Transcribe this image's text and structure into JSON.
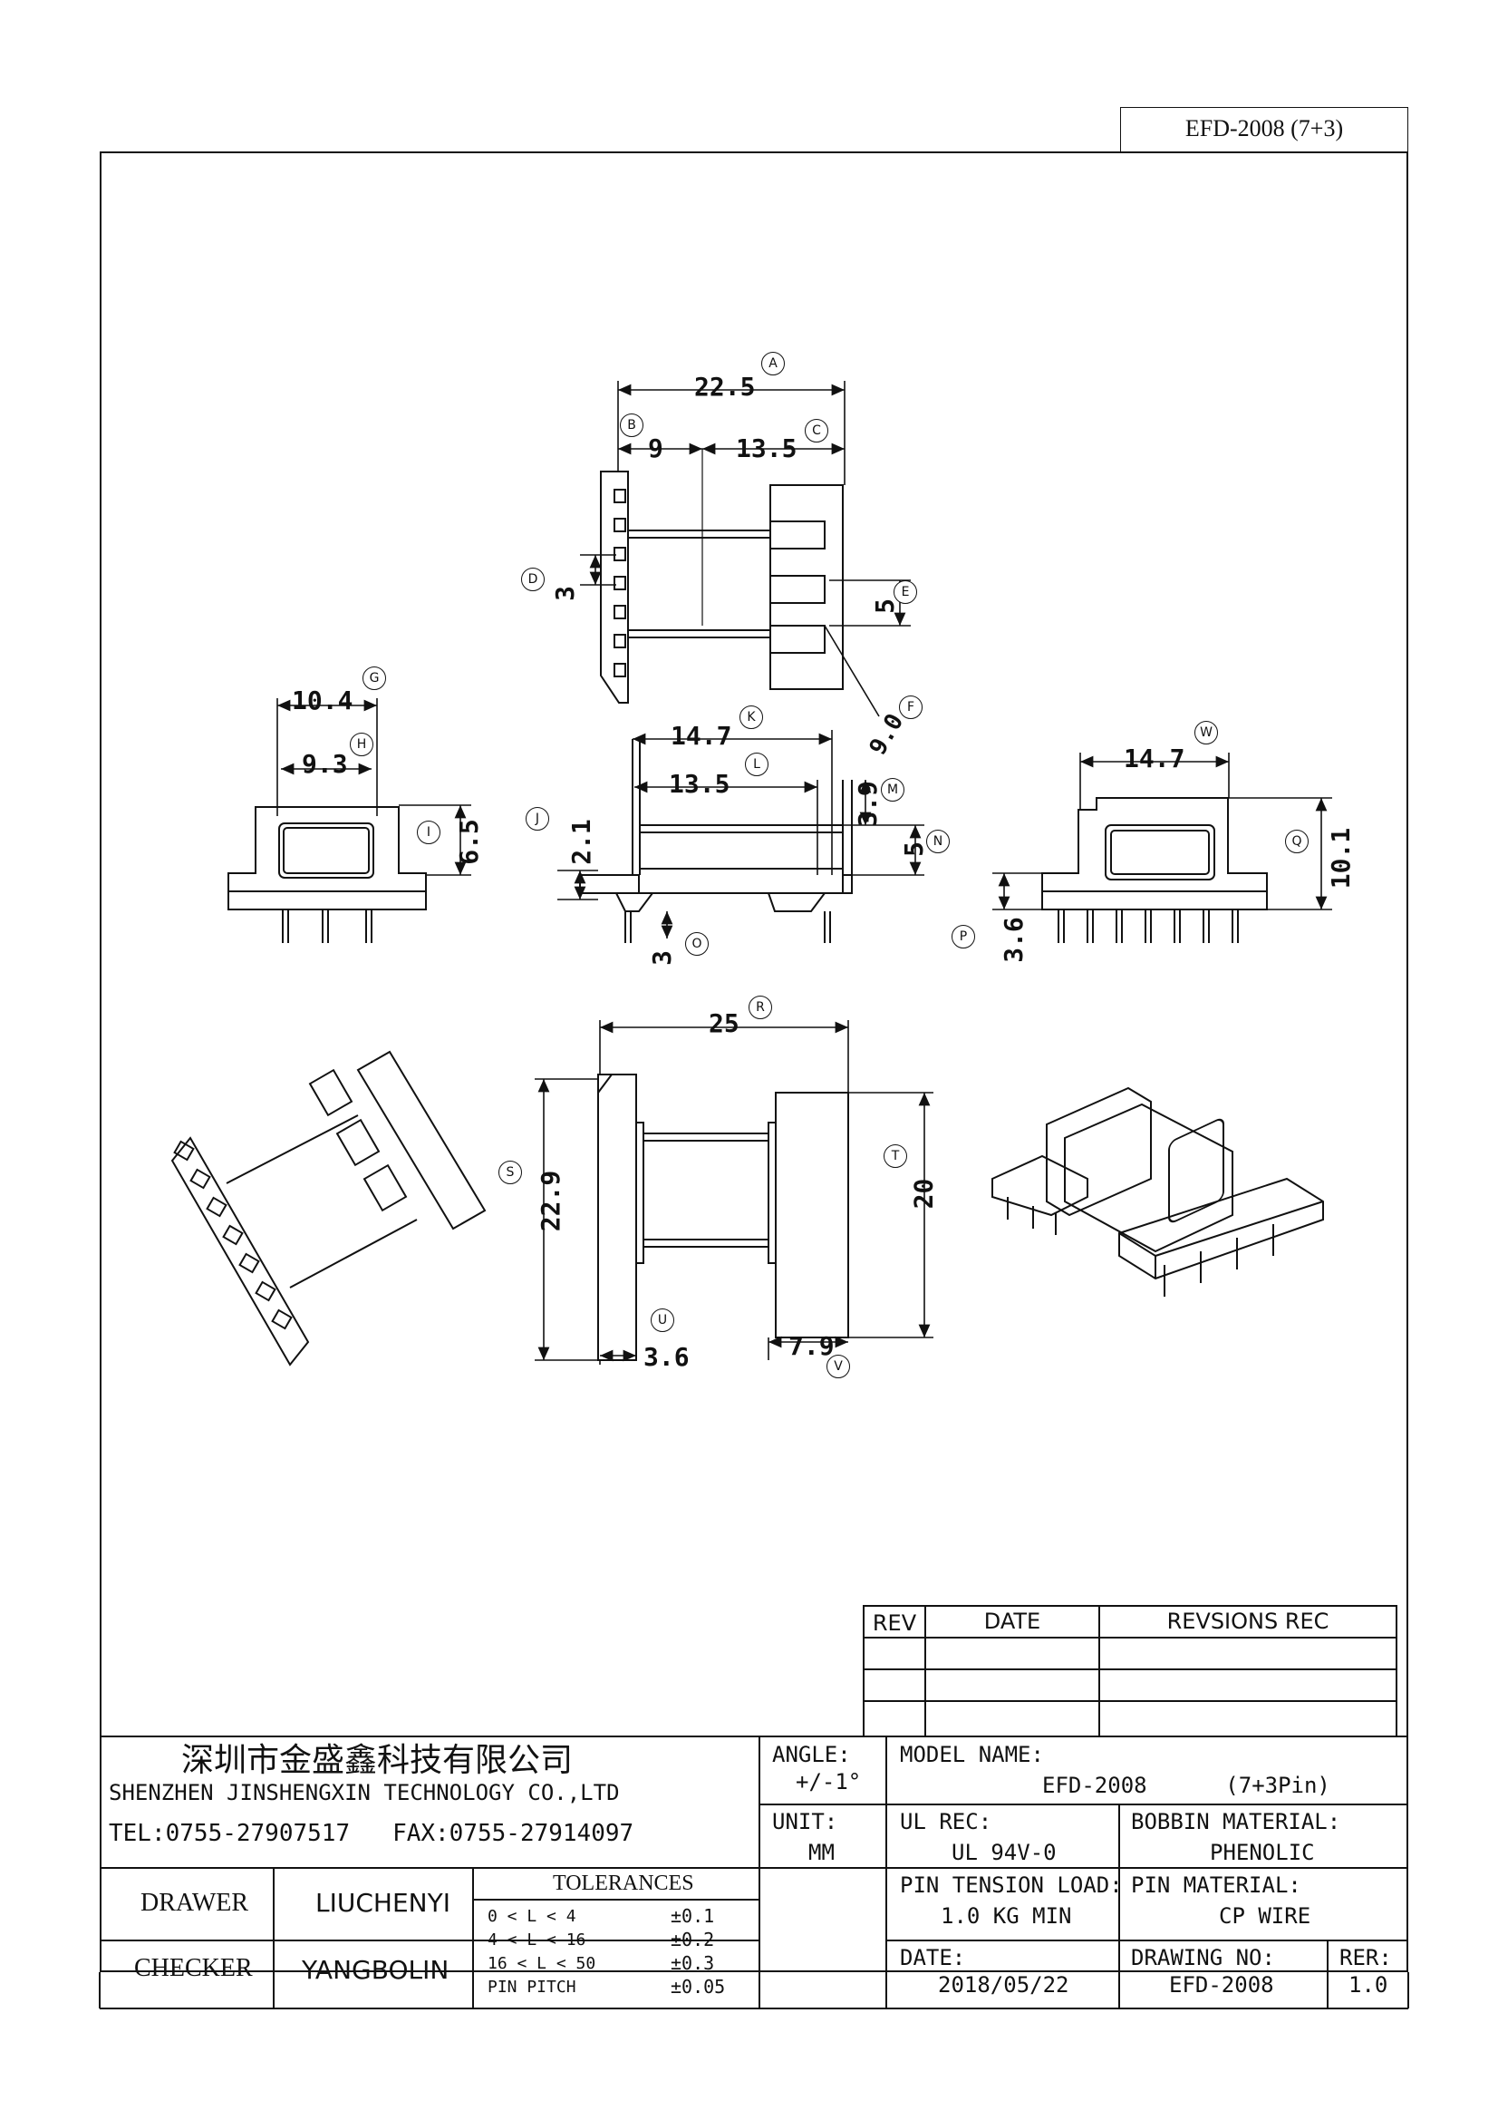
{
  "header_tag": "EFD-2008 (7+3)",
  "dims": {
    "A": "22.5",
    "B": "9",
    "C": "13.5",
    "D": "3",
    "E": "5",
    "F": "9.0",
    "G": "10.4",
    "H": "9.3",
    "I": "6.5",
    "K": "14.7",
    "L": "13.5",
    "M": "3.9",
    "N": "5",
    "J": "2.1",
    "O": "3",
    "W": "14.7",
    "Q": "10.1",
    "P": "3.6",
    "R": "25",
    "S": "22.9",
    "T": "20",
    "U": "3.6",
    "V": "7.9"
  },
  "markers": {
    "A": "A",
    "B": "B",
    "C": "C",
    "D": "D",
    "E": "E",
    "F": "F",
    "G": "G",
    "H": "H",
    "I": "I",
    "J": "J",
    "K": "K",
    "L": "L",
    "M": "M",
    "N": "N",
    "O": "O",
    "P": "P",
    "Q": "Q",
    "R": "R",
    "S": "S",
    "T": "T",
    "U": "U",
    "V": "V",
    "W": "W"
  },
  "revisions": {
    "headers": [
      "REV",
      "DATE",
      "REVSIONS REC"
    ]
  },
  "title_block": {
    "company_cn": "深圳市金盛鑫科技有限公司",
    "company_en": "SHENZHEN JINSHENGXIN TECHNOLOGY CO.,LTD",
    "contact": "TEL:0755-27907517   FAX:0755-27914097",
    "angle_label": "ANGLE:",
    "angle_value": "+/-1°",
    "unit_label": "UNIT:",
    "unit_value": "MM",
    "model_label": "MODEL NAME:",
    "model_value": "EFD-2008      (7+3Pin)",
    "ul_label": "UL REC:",
    "ul_value": "UL 94V-0",
    "bobbin_label": "BOBBIN MATERIAL:",
    "bobbin_value": "PHENOLIC",
    "pin_tension_label": "PIN TENSION LOAD:",
    "pin_tension_value": "1.0 KG MIN",
    "pin_material_label": "PIN MATERIAL:",
    "pin_material_value": "CP WIRE",
    "date_label": "DATE:",
    "date_value": "2018/05/22",
    "drawing_no_label": "DRAWING NO:",
    "drawing_no_value": "EFD-2008",
    "rer_label": "RER:",
    "rer_value": "1.0",
    "drawer_label": "DRAWER",
    "drawer_value": "LIUCHENYI",
    "checker_label": "CHECKER",
    "checker_value": "YANGBOLIN",
    "tolerances_label": "TOLERANCES",
    "tolerances": [
      {
        "range": "0 < L < 4",
        "value": "±0.1"
      },
      {
        "range": "4 < L < 16",
        "value": "±0.2"
      },
      {
        "range": "16 < L < 50",
        "value": "±0.3"
      },
      {
        "range": "PIN PITCH",
        "value": "±0.05"
      }
    ]
  }
}
